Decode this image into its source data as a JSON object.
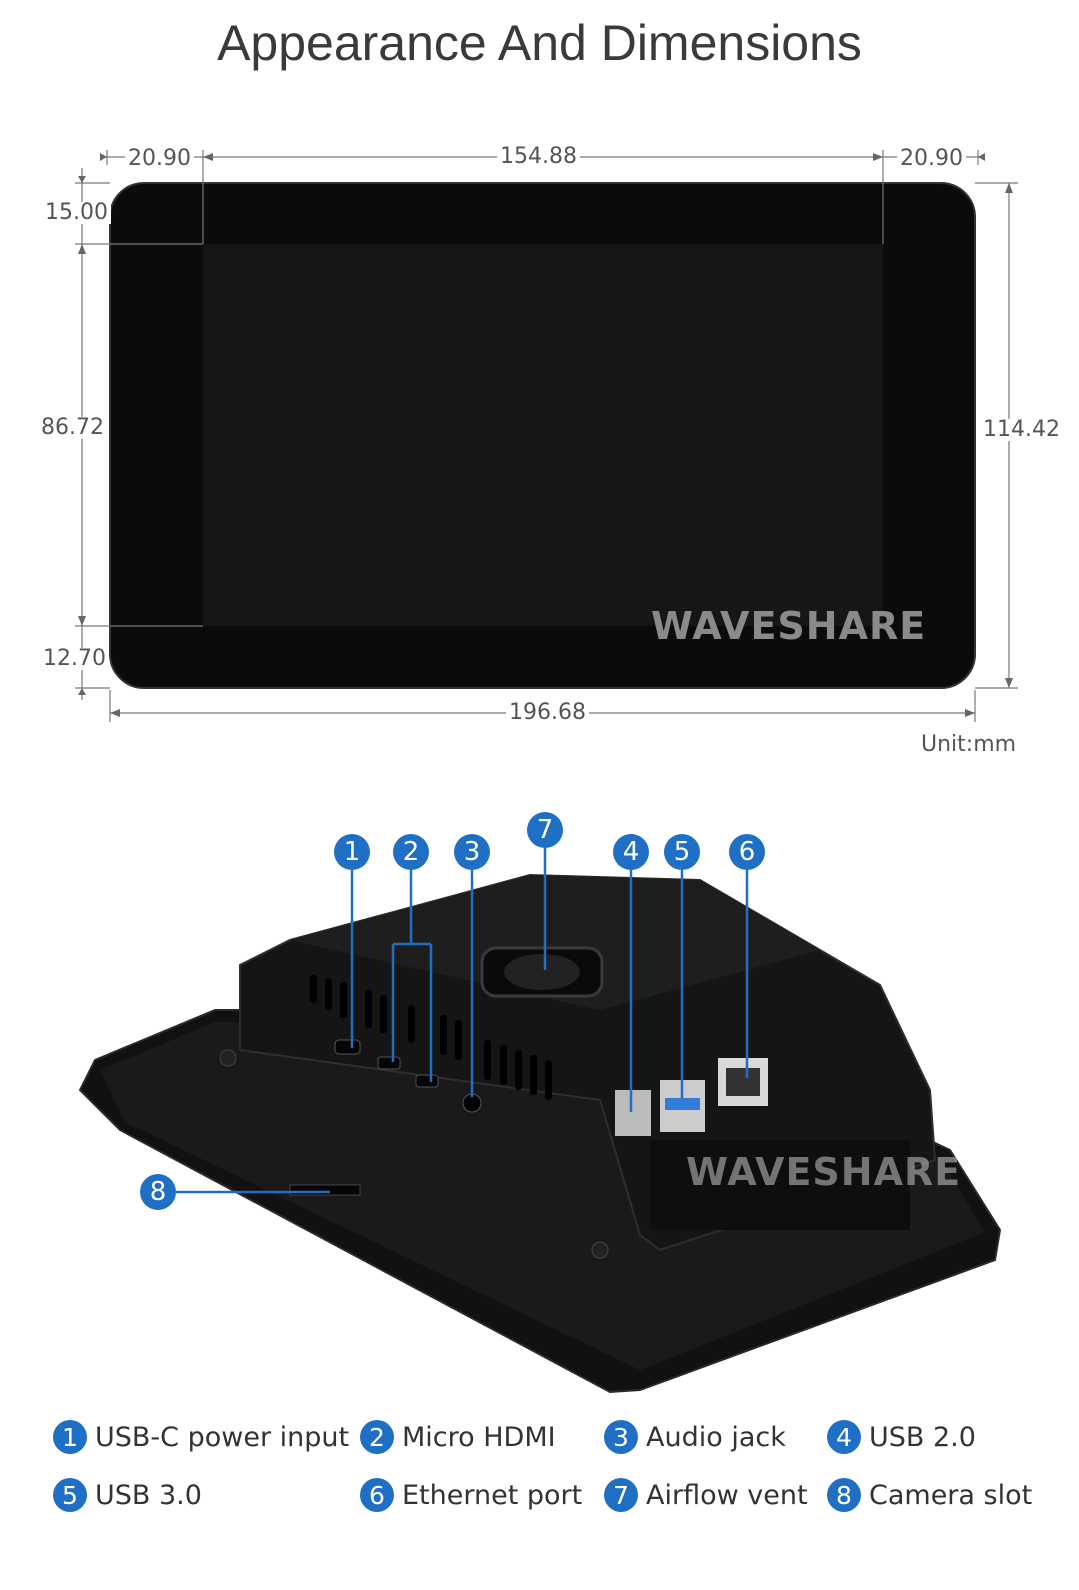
{
  "title": "Appearance And Dimensions",
  "dimensions": {
    "left_bezel": "20.90",
    "right_bezel": "20.90",
    "screen_width": "154.88",
    "top_bezel": "15.00",
    "screen_height": "86.72",
    "bottom_bezel": "12.70",
    "total_height": "114.42",
    "total_width": "196.68",
    "unit": "Unit:mm"
  },
  "brand": "WAVESHARE",
  "callouts": [
    "1",
    "2",
    "3",
    "7",
    "4",
    "5",
    "6",
    "8"
  ],
  "legend": [
    {
      "num": "1",
      "label": "USB-C power input"
    },
    {
      "num": "2",
      "label": "Micro HDMI"
    },
    {
      "num": "3",
      "label": "Audio jack"
    },
    {
      "num": "4",
      "label": "USB 2.0"
    },
    {
      "num": "5",
      "label": "USB 3.0"
    },
    {
      "num": "6",
      "label": "Ethernet port"
    },
    {
      "num": "7",
      "label": "Airflow vent"
    },
    {
      "num": "8",
      "label": "Camera slot"
    }
  ],
  "colors": {
    "accent": "#1f6fc4",
    "panel": "#0b0b0b",
    "screen": "#161616"
  }
}
